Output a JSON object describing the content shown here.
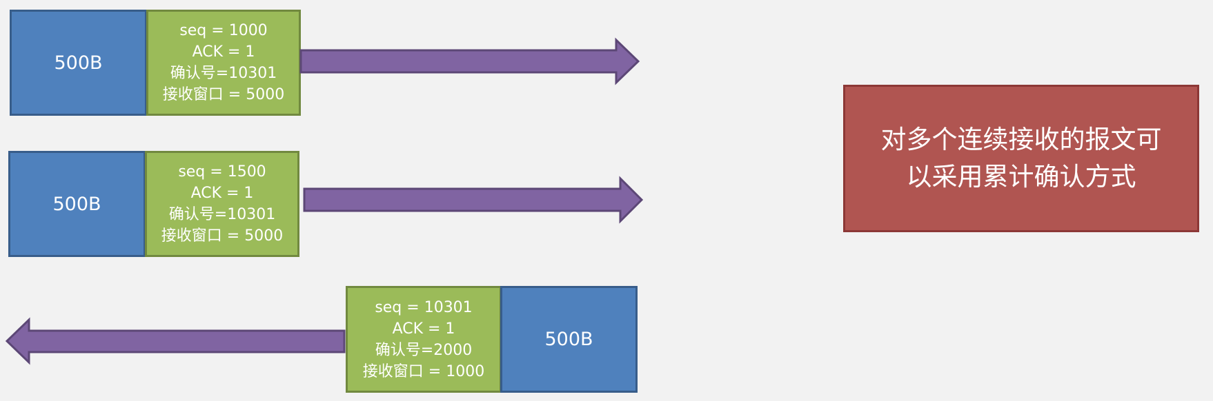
{
  "packets": [
    {
      "payload": "500B",
      "header": {
        "seq": "seq = 1000",
        "ack": "ACK = 1",
        "ack_number": "确认号=10301",
        "window": "接收窗口 = 5000"
      }
    },
    {
      "payload": "500B",
      "header": {
        "seq": "seq = 1500",
        "ack": "ACK = 1",
        "ack_number": "确认号=10301",
        "window": "接收窗口 = 5000"
      }
    },
    {
      "payload": "500B",
      "header": {
        "seq": "seq = 10301",
        "ack": "ACK = 1",
        "ack_number": "确认号=2000",
        "window": "接收窗口 = 1000"
      }
    }
  ],
  "note": {
    "line1": "对多个连续接收的报文可",
    "line2": "以采用累计确认方式"
  },
  "colors": {
    "background": "#f2f2f2",
    "payload_fill": "#4f81bd",
    "header_fill": "#9bbb59",
    "arrow_fill": "#8064a2",
    "note_fill": "#b05551"
  }
}
